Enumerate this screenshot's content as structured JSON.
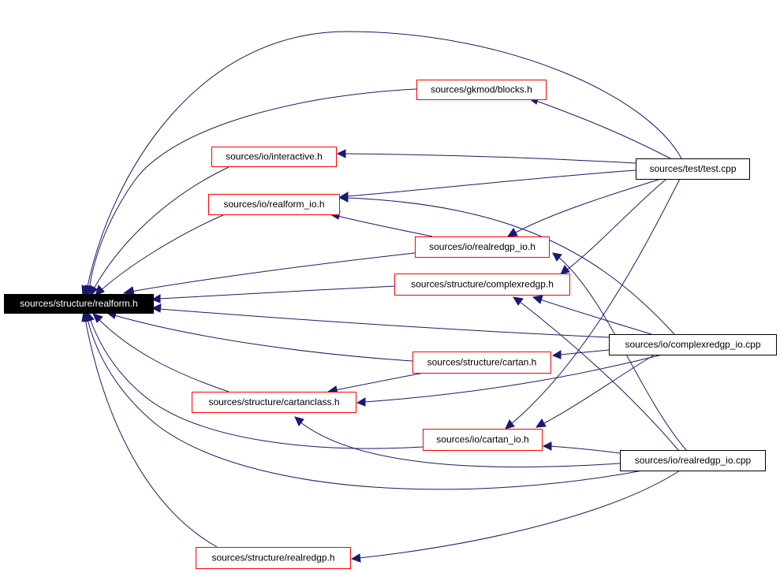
{
  "colors": {
    "edge": "#191970",
    "header_border": "#ff0000",
    "source_border": "#000000",
    "root_fill": "#000000",
    "root_text": "#ffffff",
    "text": "#000000",
    "background": "#ffffff"
  },
  "nodes": {
    "realform": {
      "label": "sources/structure/realform.h",
      "kind": "root"
    },
    "blocks": {
      "label": "sources/gkmod/blocks.h",
      "kind": "header"
    },
    "interactive": {
      "label": "sources/io/interactive.h",
      "kind": "header"
    },
    "realform_io": {
      "label": "sources/io/realform_io.h",
      "kind": "header"
    },
    "realredgp_io_h": {
      "label": "sources/io/realredgp_io.h",
      "kind": "header"
    },
    "complexredgp": {
      "label": "sources/structure/complexredgp.h",
      "kind": "header"
    },
    "cartan": {
      "label": "sources/structure/cartan.h",
      "kind": "header"
    },
    "cartanclass": {
      "label": "sources/structure/cartanclass.h",
      "kind": "header"
    },
    "cartan_io": {
      "label": "sources/io/cartan_io.h",
      "kind": "header"
    },
    "realredgp": {
      "label": "sources/structure/realredgp.h",
      "kind": "header"
    },
    "test_cpp": {
      "label": "sources/test/test.cpp",
      "kind": "source"
    },
    "complexredgp_io_cpp": {
      "label": "sources/io/complexredgp_io.cpp",
      "kind": "source"
    },
    "realredgp_io_cpp": {
      "label": "sources/io/realredgp_io.cpp",
      "kind": "source"
    }
  }
}
